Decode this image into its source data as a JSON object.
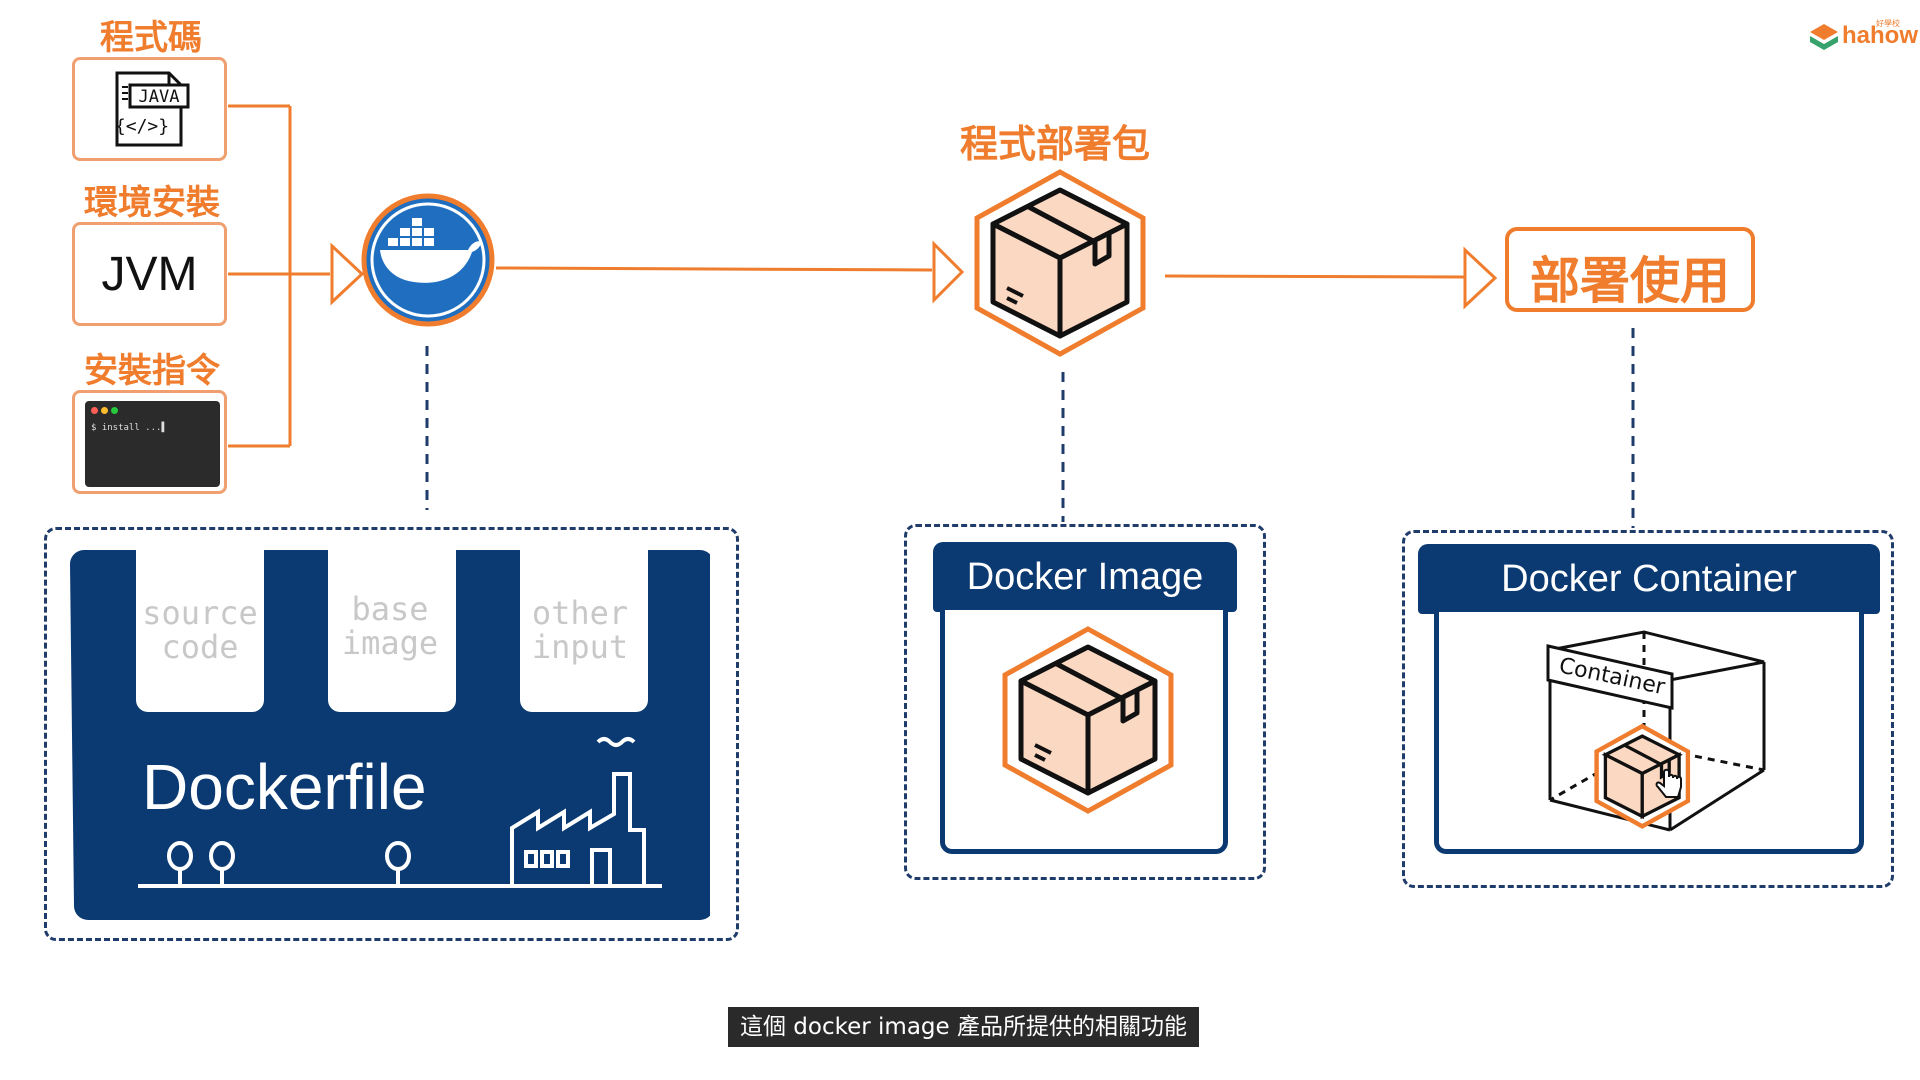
{
  "labels": {
    "code": "程式碼",
    "env_install": "環境安裝",
    "install_cmd": "安裝指令",
    "package": "程式部署包",
    "deploy": "部署使用"
  },
  "jvm": "JVM",
  "terminal": {
    "command": "$ install ...▌"
  },
  "java_icon": {
    "label": "JAVA",
    "tag": "{</>}"
  },
  "dockerfile": {
    "slots": [
      "source\ncode",
      "base\nimage",
      "other\ninput"
    ],
    "title": "Dockerfile"
  },
  "image_panel": {
    "title": "Docker Image"
  },
  "container_panel": {
    "title": "Docker Container",
    "container_label": "Container"
  },
  "subtitle": "這個 docker image 產品所提供的相關功能",
  "logo": {
    "text": "hahow",
    "small": "好學校"
  },
  "colors": {
    "orange": "#ef7d2d",
    "light_orange": "#f0a070",
    "navy": "#0b3a72",
    "docker_blue": "#1f6ec0",
    "box_fill": "#fbd8c2"
  },
  "icons": [
    "docker-whale-icon",
    "package-box-icon",
    "java-file-icon",
    "factory-icon",
    "tree-icon",
    "hand-cursor-icon"
  ]
}
